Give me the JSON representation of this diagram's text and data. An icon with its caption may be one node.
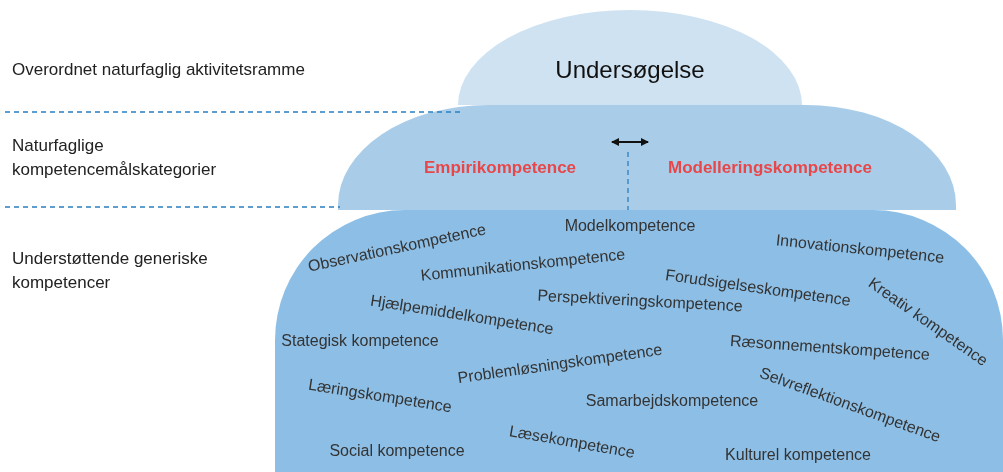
{
  "diagram": {
    "nodes": [
      {
        "text": [
          "Undersøgelse"
        ]
      },
      {
        "text": [
          "Empirikompetence",
          "Modelleringskompetence"
        ]
      },
      {
        "text": [
          "Observationskompetence",
          "Modelkompetence",
          "Innovationskompetence",
          "Kommunikationskompetence",
          "Forudsigelseskompetence",
          "Kreativ kompetence",
          "Hjælpemiddelkompetence",
          "Perspektiveringskompetence",
          "Stategisk kompetence",
          "Ræsonnementskompetence",
          "Problemløsningskompetence",
          "Selvreflektionskompetence",
          "Læringskompetence",
          "Samarbejdskompetence",
          "Social kompetence",
          "Læsekompetence",
          "Kulturel kompetence"
        ]
      }
    ],
    "labels": [
      "Overordnet naturfaglig aktivitetsramme",
      "Naturfaglige kompetencemålskategorier",
      "Understøttende generiske kompetencer"
    ]
  }
}
